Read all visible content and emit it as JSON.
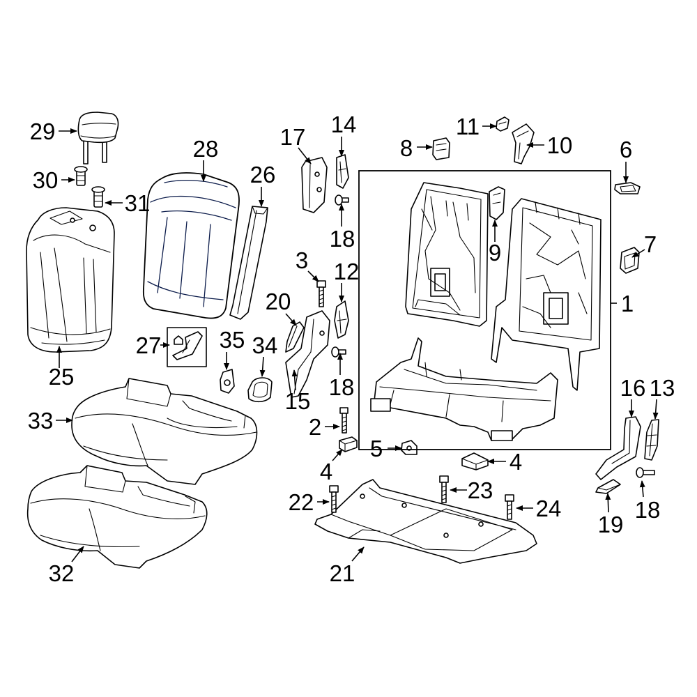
{
  "diagram": {
    "highlight_color": "#2d50c1",
    "callouts": [
      "1",
      "2",
      "3",
      "4",
      "4",
      "5",
      "6",
      "7",
      "8",
      "9",
      "10",
      "11",
      "12",
      "13",
      "14",
      "15",
      "16",
      "17",
      "18",
      "18",
      "18",
      "19",
      "20",
      "21",
      "22",
      "23",
      "24",
      "25",
      "26",
      "27",
      "28",
      "29",
      "30",
      "31",
      "32",
      "33",
      "34",
      "35"
    ]
  }
}
